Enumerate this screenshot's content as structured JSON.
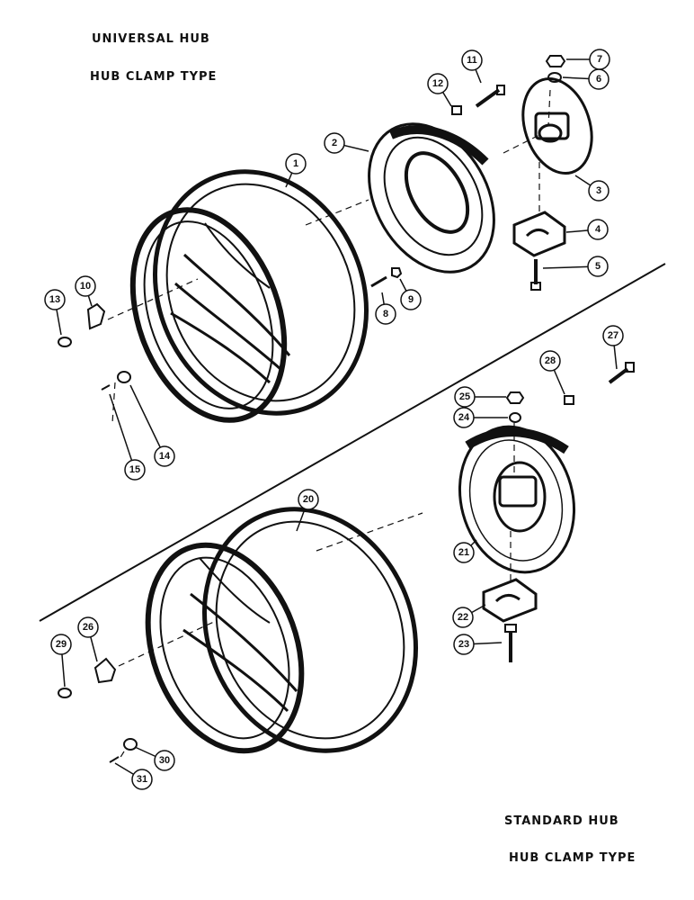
{
  "headings": {
    "universal": {
      "line1": "UNIVERSAL HUB",
      "line2": "HUB CLAMP TYPE"
    },
    "standard": {
      "line1": "STANDARD HUB",
      "line2": "HUB CLAMP TYPE"
    }
  },
  "callouts": [
    "1",
    "2",
    "3",
    "4",
    "5",
    "6",
    "7",
    "8",
    "9",
    "10",
    "11",
    "12",
    "13",
    "14",
    "15",
    "20",
    "21",
    "22",
    "23",
    "24",
    "25",
    "26",
    "27",
    "28",
    "29",
    "30",
    "31"
  ],
  "colors": {
    "ink": "#111111",
    "paper": "#ffffff"
  }
}
